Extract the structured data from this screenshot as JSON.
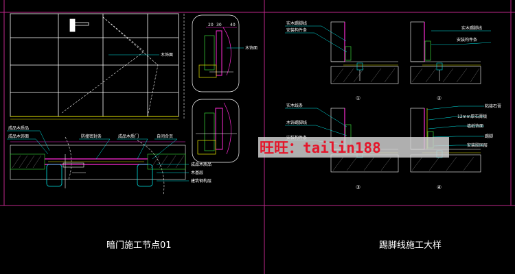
{
  "captions": {
    "left": "暗门施工节点01",
    "right": "踢脚线施工大样"
  },
  "watermark": "旺旺：tailin188",
  "left_panel": {
    "dims": [
      "20",
      "30",
      "40"
    ],
    "labels": {
      "wood_veneer": "木饰面",
      "finished_veneer_1": "成品木质品",
      "finished_veneer_2": "成品木饰面",
      "fire_seal": "防撞密封条",
      "finished_door": "成品木质门",
      "self_close_hinge": "自闭合页",
      "finished_veneer_3": "成品木质品",
      "base_layer": "木基层",
      "steel_frame": "建筑钢构层"
    }
  },
  "right_panel": {
    "labels": {
      "d1_a": "实木踢脚线",
      "d1_b": "安装构件条",
      "d2_a": "实木踢脚线",
      "d2_b": "安装构件条",
      "d3_a": "实木线条",
      "d3_b": "木饰踢脚线",
      "d3_c": "安装构件条",
      "d4_a": "粘接石膏",
      "d4_b": "12mm厚石膏板",
      "d4_c": "墙纸饰面",
      "d4_d": "踢脚",
      "d4_e": "安装胶固层"
    },
    "numbers": [
      "①",
      "②",
      "③",
      "④"
    ]
  },
  "colors": {
    "frame": "#c0288c",
    "line": "#ffffff",
    "cyan": "#00e5e5",
    "green": "#39d639",
    "yellow": "#e8e800",
    "magenta": "#ff2bd6",
    "watermark_bg": "#d6d6d6",
    "watermark_text": "#e4162b"
  }
}
